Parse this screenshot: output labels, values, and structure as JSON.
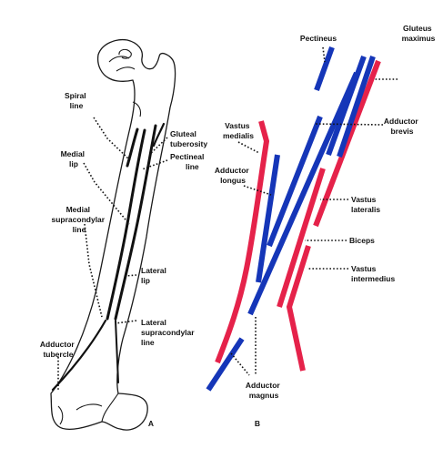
{
  "panel_a": {
    "letter": "A",
    "labels": {
      "spiral_line": [
        "Spiral",
        "line"
      ],
      "gluteal_tuberosity": [
        "Gluteal",
        "tuberosity"
      ],
      "pectineal_line": [
        "Pectineal",
        "line"
      ],
      "medial_lip": [
        "Medial",
        "lip"
      ],
      "medial_supracondylar_line": [
        "Medial",
        "supracondylar",
        "line"
      ],
      "lateral_lip": [
        "Lateral",
        "lip"
      ],
      "lateral_supracondylar_line": [
        "Lateral",
        "supracondylar",
        "line"
      ],
      "adductor_tubercle": [
        "Adductor",
        "tubercle"
      ]
    }
  },
  "panel_b": {
    "letter": "B",
    "labels": {
      "pectineus": [
        "Pectineus"
      ],
      "gluteus_maximus": [
        "Gluteus",
        "maximus"
      ],
      "vastus_medialis": [
        "Vastus",
        "medialis"
      ],
      "adductor_brevis": [
        "Adductor",
        "brevis"
      ],
      "adductor_longus": [
        "Adductor",
        "longus"
      ],
      "vastus_lateralis": [
        "Vastus",
        "lateralis"
      ],
      "biceps": [
        "Biceps"
      ],
      "vastus_intermedius": [
        "Vastus",
        "intermedius"
      ],
      "adductor_magnus": [
        "Adductor",
        "magnus"
      ]
    },
    "colors": {
      "blue": "#1536b8",
      "red": "#e5224a"
    }
  }
}
